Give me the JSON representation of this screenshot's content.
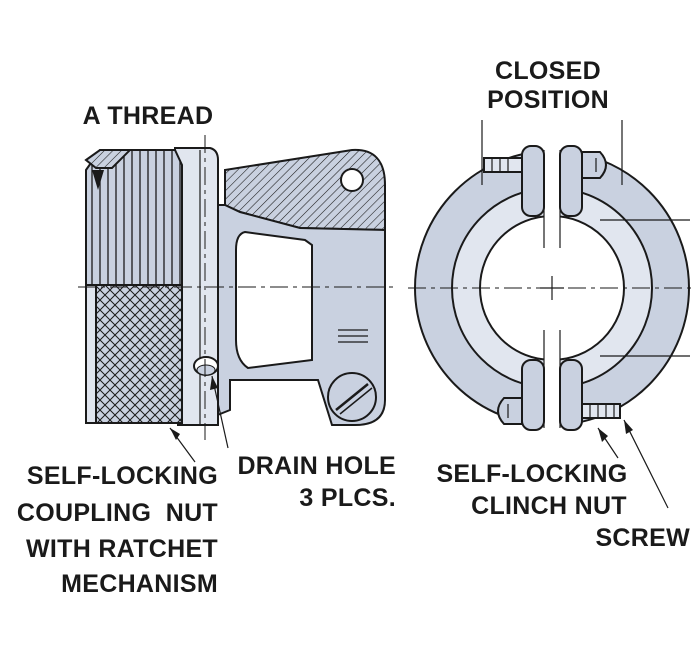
{
  "labels": {
    "a_thread": "A THREAD",
    "closed": "CLOSED",
    "position": "POSITION",
    "self_locking_left": "SELF-LOCKING",
    "coupling_nut": "COUPLING  NUT",
    "with_ratchet": "WITH RATCHET",
    "mechanism": "MECHANISM",
    "drain_hole": "DRAIN HOLE",
    "three_plcs": "3 PLCS.",
    "self_locking_right": "SELF-LOCKING",
    "clinch_nut": "CLINCH NUT",
    "screw": "SCREW"
  },
  "colors": {
    "part_fill": "#c9d1e0",
    "part_light": "#e1e6ef",
    "outline": "#1a1a1a",
    "background": "#ffffff"
  },
  "icons": [
    "knurled-coupling-nut",
    "clamp-ring",
    "clinch-screw",
    "drain-hole"
  ]
}
